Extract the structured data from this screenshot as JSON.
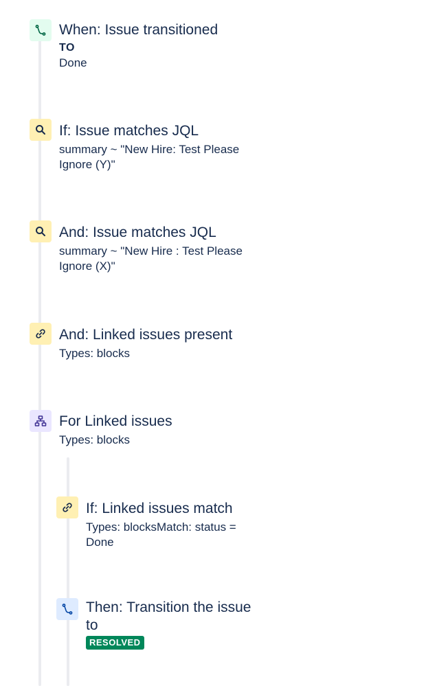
{
  "steps": [
    {
      "icon": "status-transition-icon",
      "title": "When: Issue transitioned",
      "to_label": "TO",
      "detail": "Done"
    },
    {
      "icon": "search-icon",
      "title": "If: Issue matches JQL",
      "detail": "summary ~ \"New Hire: Test Please\nIgnore (Y)\""
    },
    {
      "icon": "search-icon",
      "title": "And: Issue matches JQL",
      "detail": "summary ~ \"New Hire : Test Please\nIgnore (X)\""
    },
    {
      "icon": "link-icon",
      "title": "And: Linked issues present",
      "detail": "Types: blocks"
    },
    {
      "icon": "hierarchy-icon",
      "title": "For Linked issues",
      "detail": "Types: blocks"
    },
    {
      "icon": "link-icon",
      "title": "If: Linked issues match",
      "detail": "Types: blocksMatch: status =\nDone"
    },
    {
      "icon": "status-transition-icon",
      "title": "Then: Transition the issue\nto",
      "status": "RESOLVED"
    }
  ]
}
